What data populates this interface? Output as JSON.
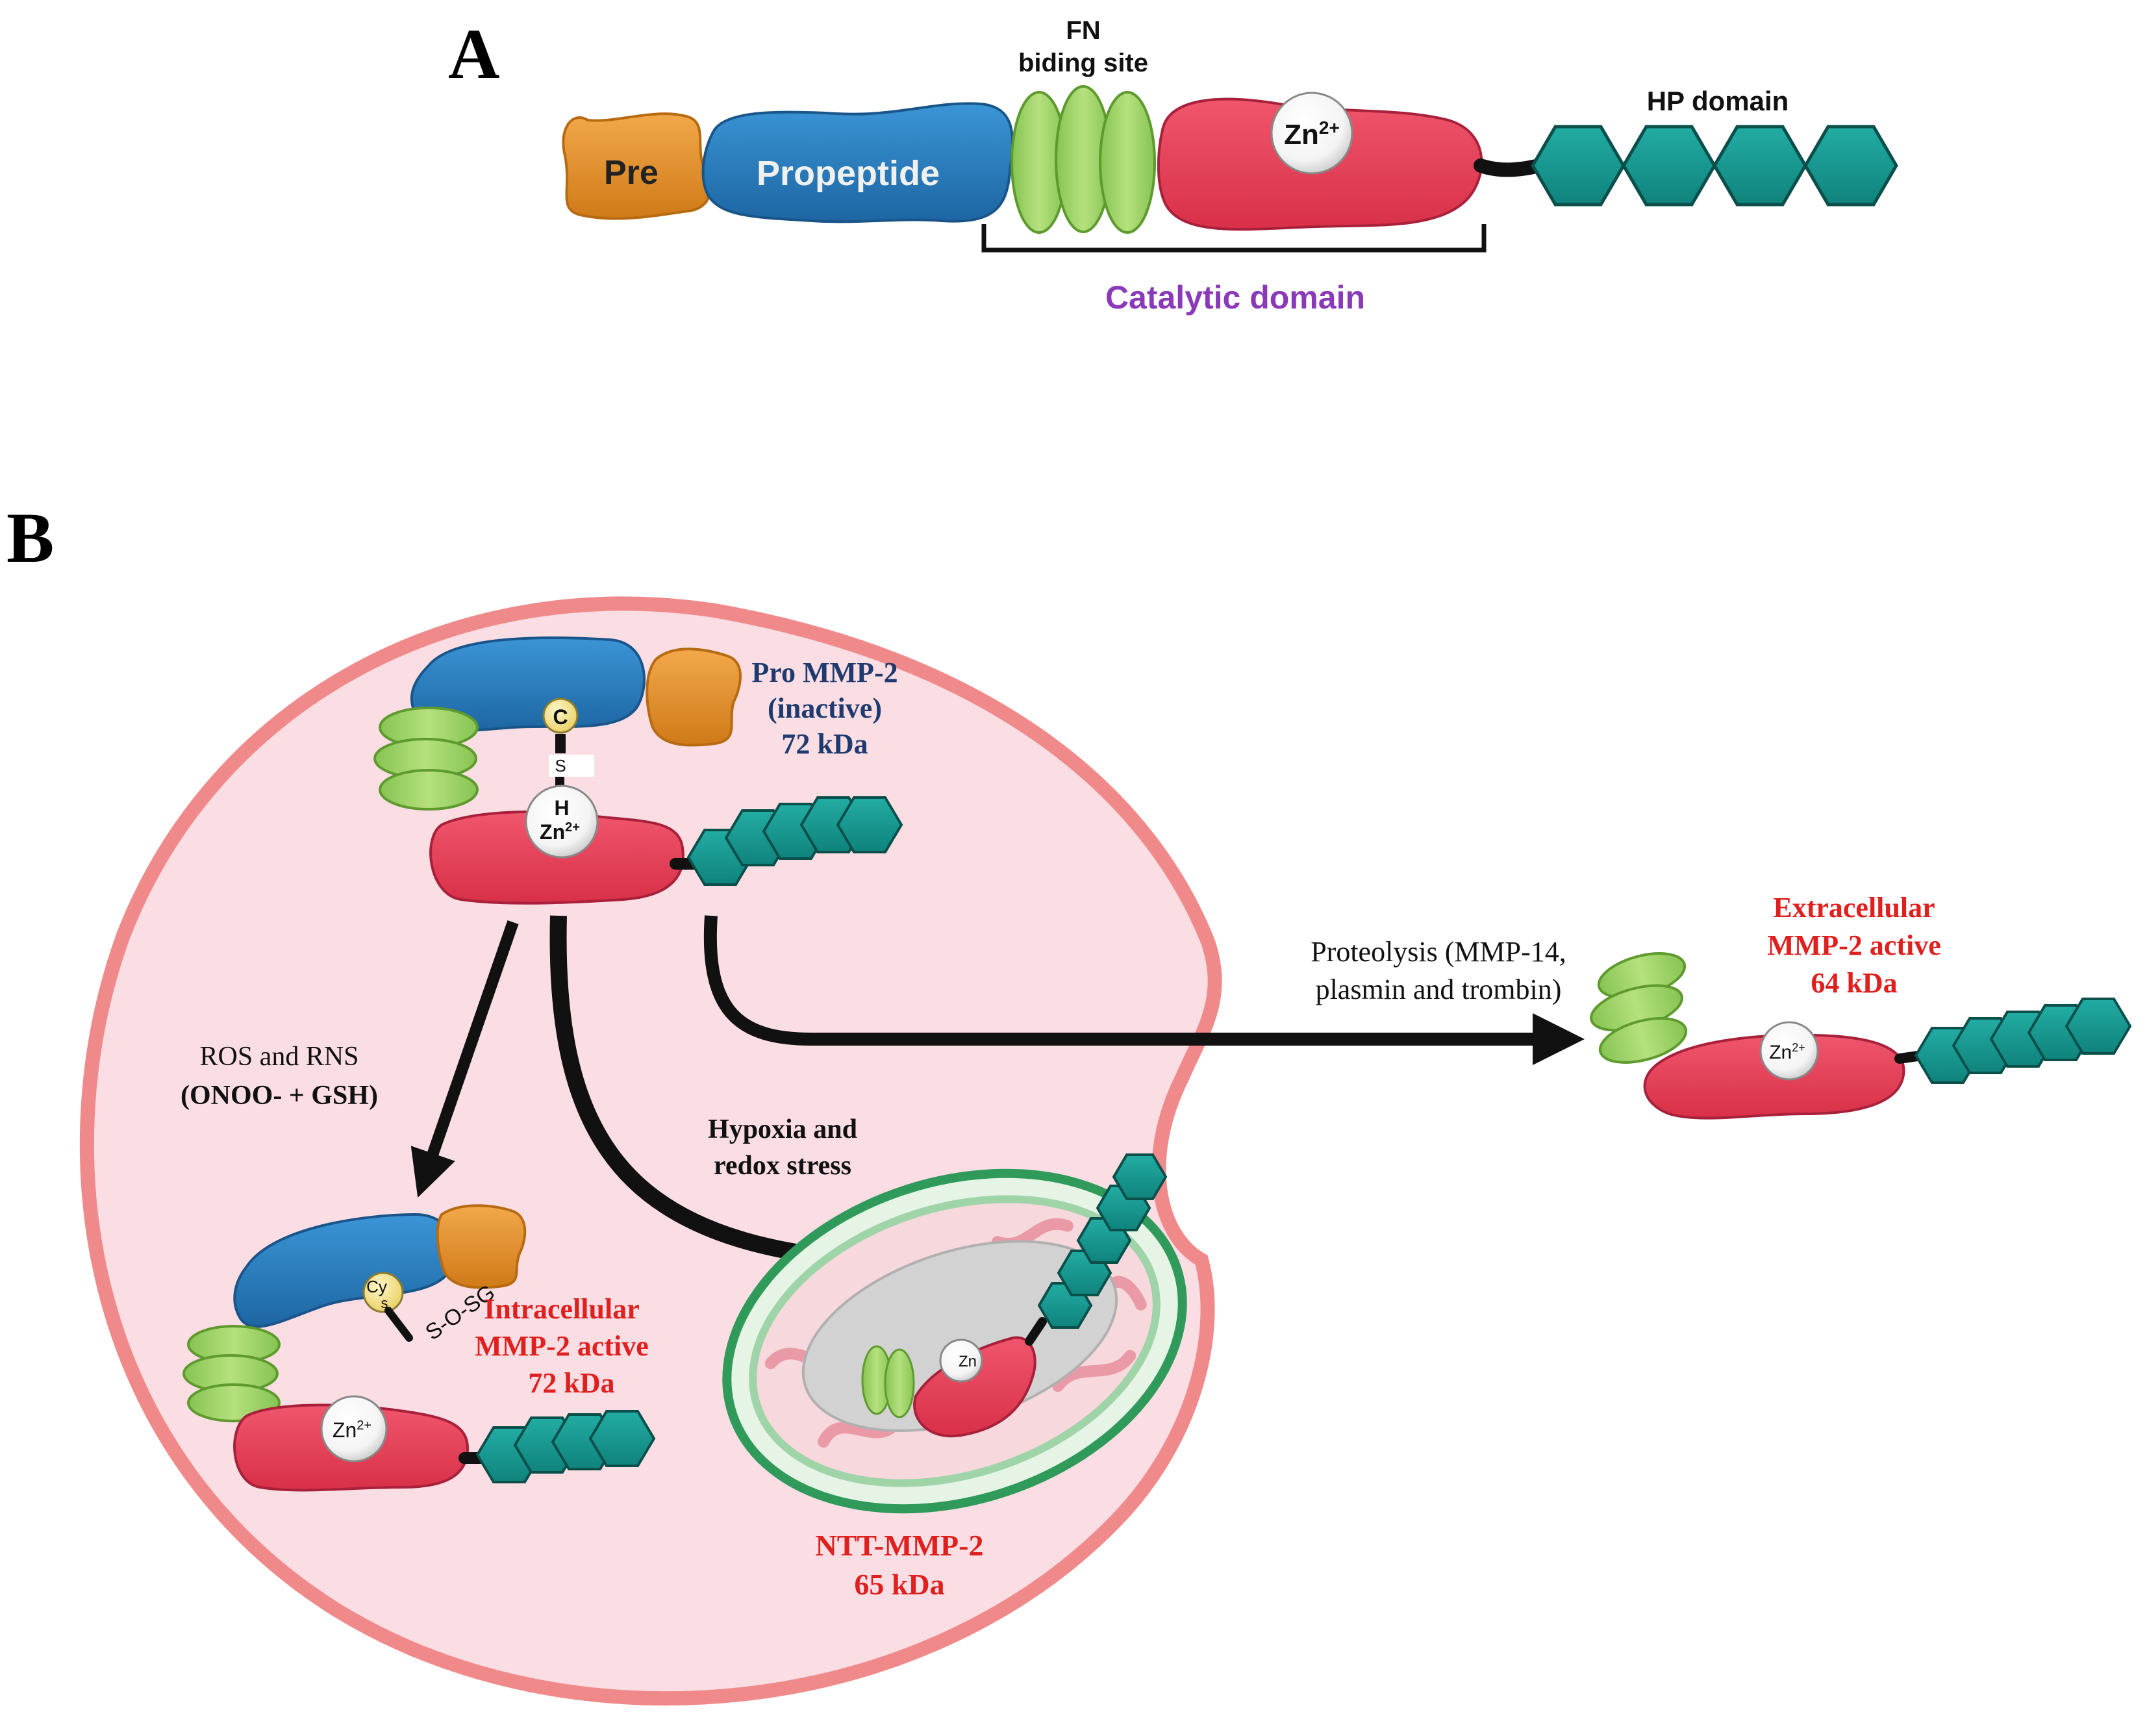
{
  "panel_a": {
    "letter": "A",
    "pre_label": "Pre",
    "propeptide_label": "Propeptide",
    "fn_label_line1": "FN",
    "fn_label_line2": "biding site",
    "zn_label": "Zn",
    "zn_charge": "2+",
    "hp_label": "HP domain",
    "catalytic_label": "Catalytic domain"
  },
  "panel_b": {
    "letter": "B",
    "pro_mmp2": {
      "line1": "Pro MMP-2",
      "line2": "(inactive)",
      "line3": "72 kDa"
    },
    "pro_c": "C",
    "pro_s": "S",
    "pro_h": "H",
    "zn_label": "Zn",
    "zn_charge": "2+",
    "ros": {
      "line1": "ROS and RNS",
      "line2": "(ONOO- + GSH)"
    },
    "hypoxia": {
      "line1": "Hypoxia and",
      "line2": "redox stress"
    },
    "proteolysis": {
      "line1": "Proteolysis (MMP-14,",
      "line2": "plasmin and trombin)"
    },
    "intracellular": {
      "line1": "Intracellular",
      "line2": "MMP-2 active",
      "line3": "72 kDa"
    },
    "cys_label": "Cy",
    "cys_s": "s",
    "sosg_label": "S-O-SG",
    "ntt": {
      "line1": "NTT-MMP-2",
      "line2": "65 kDa"
    },
    "mito_zn": "Zn",
    "extracellular": {
      "line1": "Extracellular",
      "line2": "MMP-2 active",
      "line3": "64 kDa"
    }
  },
  "colors": {
    "pre": "#e8902c",
    "propeptide": "#2a7fbf",
    "fn": "#9ed46a",
    "catalytic": "#e8455e",
    "hp": "#1a9a92",
    "catalytic_text": "#8a3ab8",
    "red_text": "#e0201e",
    "navy_text": "#1e3a6e",
    "cell_fill": "#fbdde4",
    "cell_border": "#f08a8a",
    "mito_outer": "#2f9a5a",
    "mito_inner": "#d6ecd6"
  }
}
